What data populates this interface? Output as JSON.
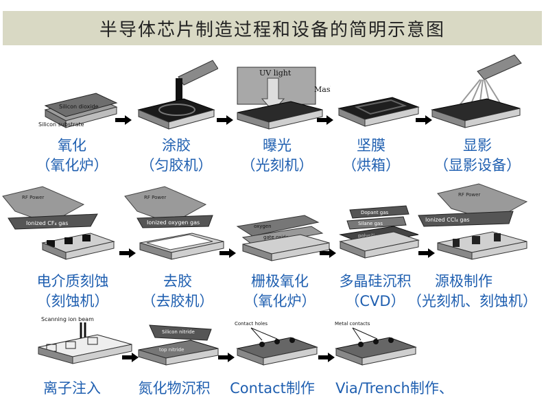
{
  "title": "半导体芯片制造过程和设备的简明示意图",
  "colors": {
    "label": "#1f5fb0",
    "title_bg": "#d9d9c4"
  },
  "row1": {
    "steps": [
      {
        "name": "氧化",
        "equipment": "（氧化炉）"
      },
      {
        "name": "涂胶",
        "equipment": "（匀胶机）"
      },
      {
        "name": "曝光",
        "equipment": "（光刻机）"
      },
      {
        "name": "坚膜",
        "equipment": "（烘箱）"
      },
      {
        "name": "显影",
        "equipment": "（显影设备）"
      }
    ],
    "illustration_text": {
      "silicon_dioxide": "Silicon dioxide",
      "silicon_substrate": "Silicon substrate",
      "uv_light": "UV light",
      "mask": "Mask"
    }
  },
  "row2": {
    "steps": [
      {
        "name": "电介质刻蚀",
        "equipment": "（刻蚀机）"
      },
      {
        "name": "去胶",
        "equipment": "（去胶机）"
      },
      {
        "name": "栅极氧化",
        "equipment": "（氧化炉）"
      },
      {
        "name": "多晶硅沉积",
        "equipment": "（CVD）"
      },
      {
        "name": "源极制作",
        "equipment": "（光刻机、刻蚀机）"
      }
    ],
    "illustration_text": {
      "ionized_cf4": "Ionized CF₄ gas",
      "ionized_oxygen": "Ionized oxygen gas",
      "oxygen": "oxygen",
      "gate_oxide": "gate oxide",
      "dopant_gas": "Dopant gas",
      "silane_gas": "Silane gas",
      "polysilicon": "polysilicon",
      "ionized_ccl4": "Ionized CCl₄ gas",
      "rf_power": "RF Power"
    }
  },
  "row3": {
    "steps": [
      {
        "name": "离子注入"
      },
      {
        "name": "氮化物沉积"
      },
      {
        "name": "Contact制作"
      },
      {
        "name": "Via/Trench制作、"
      }
    ],
    "illustration_text": {
      "scanning_ion_beam": "Scanning ion beam",
      "silicon_nitride": "Silicon nitride",
      "top_nitride": "top nitride",
      "contact_holes": "Contact holes",
      "metal_contacts": "Metal contacts"
    }
  }
}
